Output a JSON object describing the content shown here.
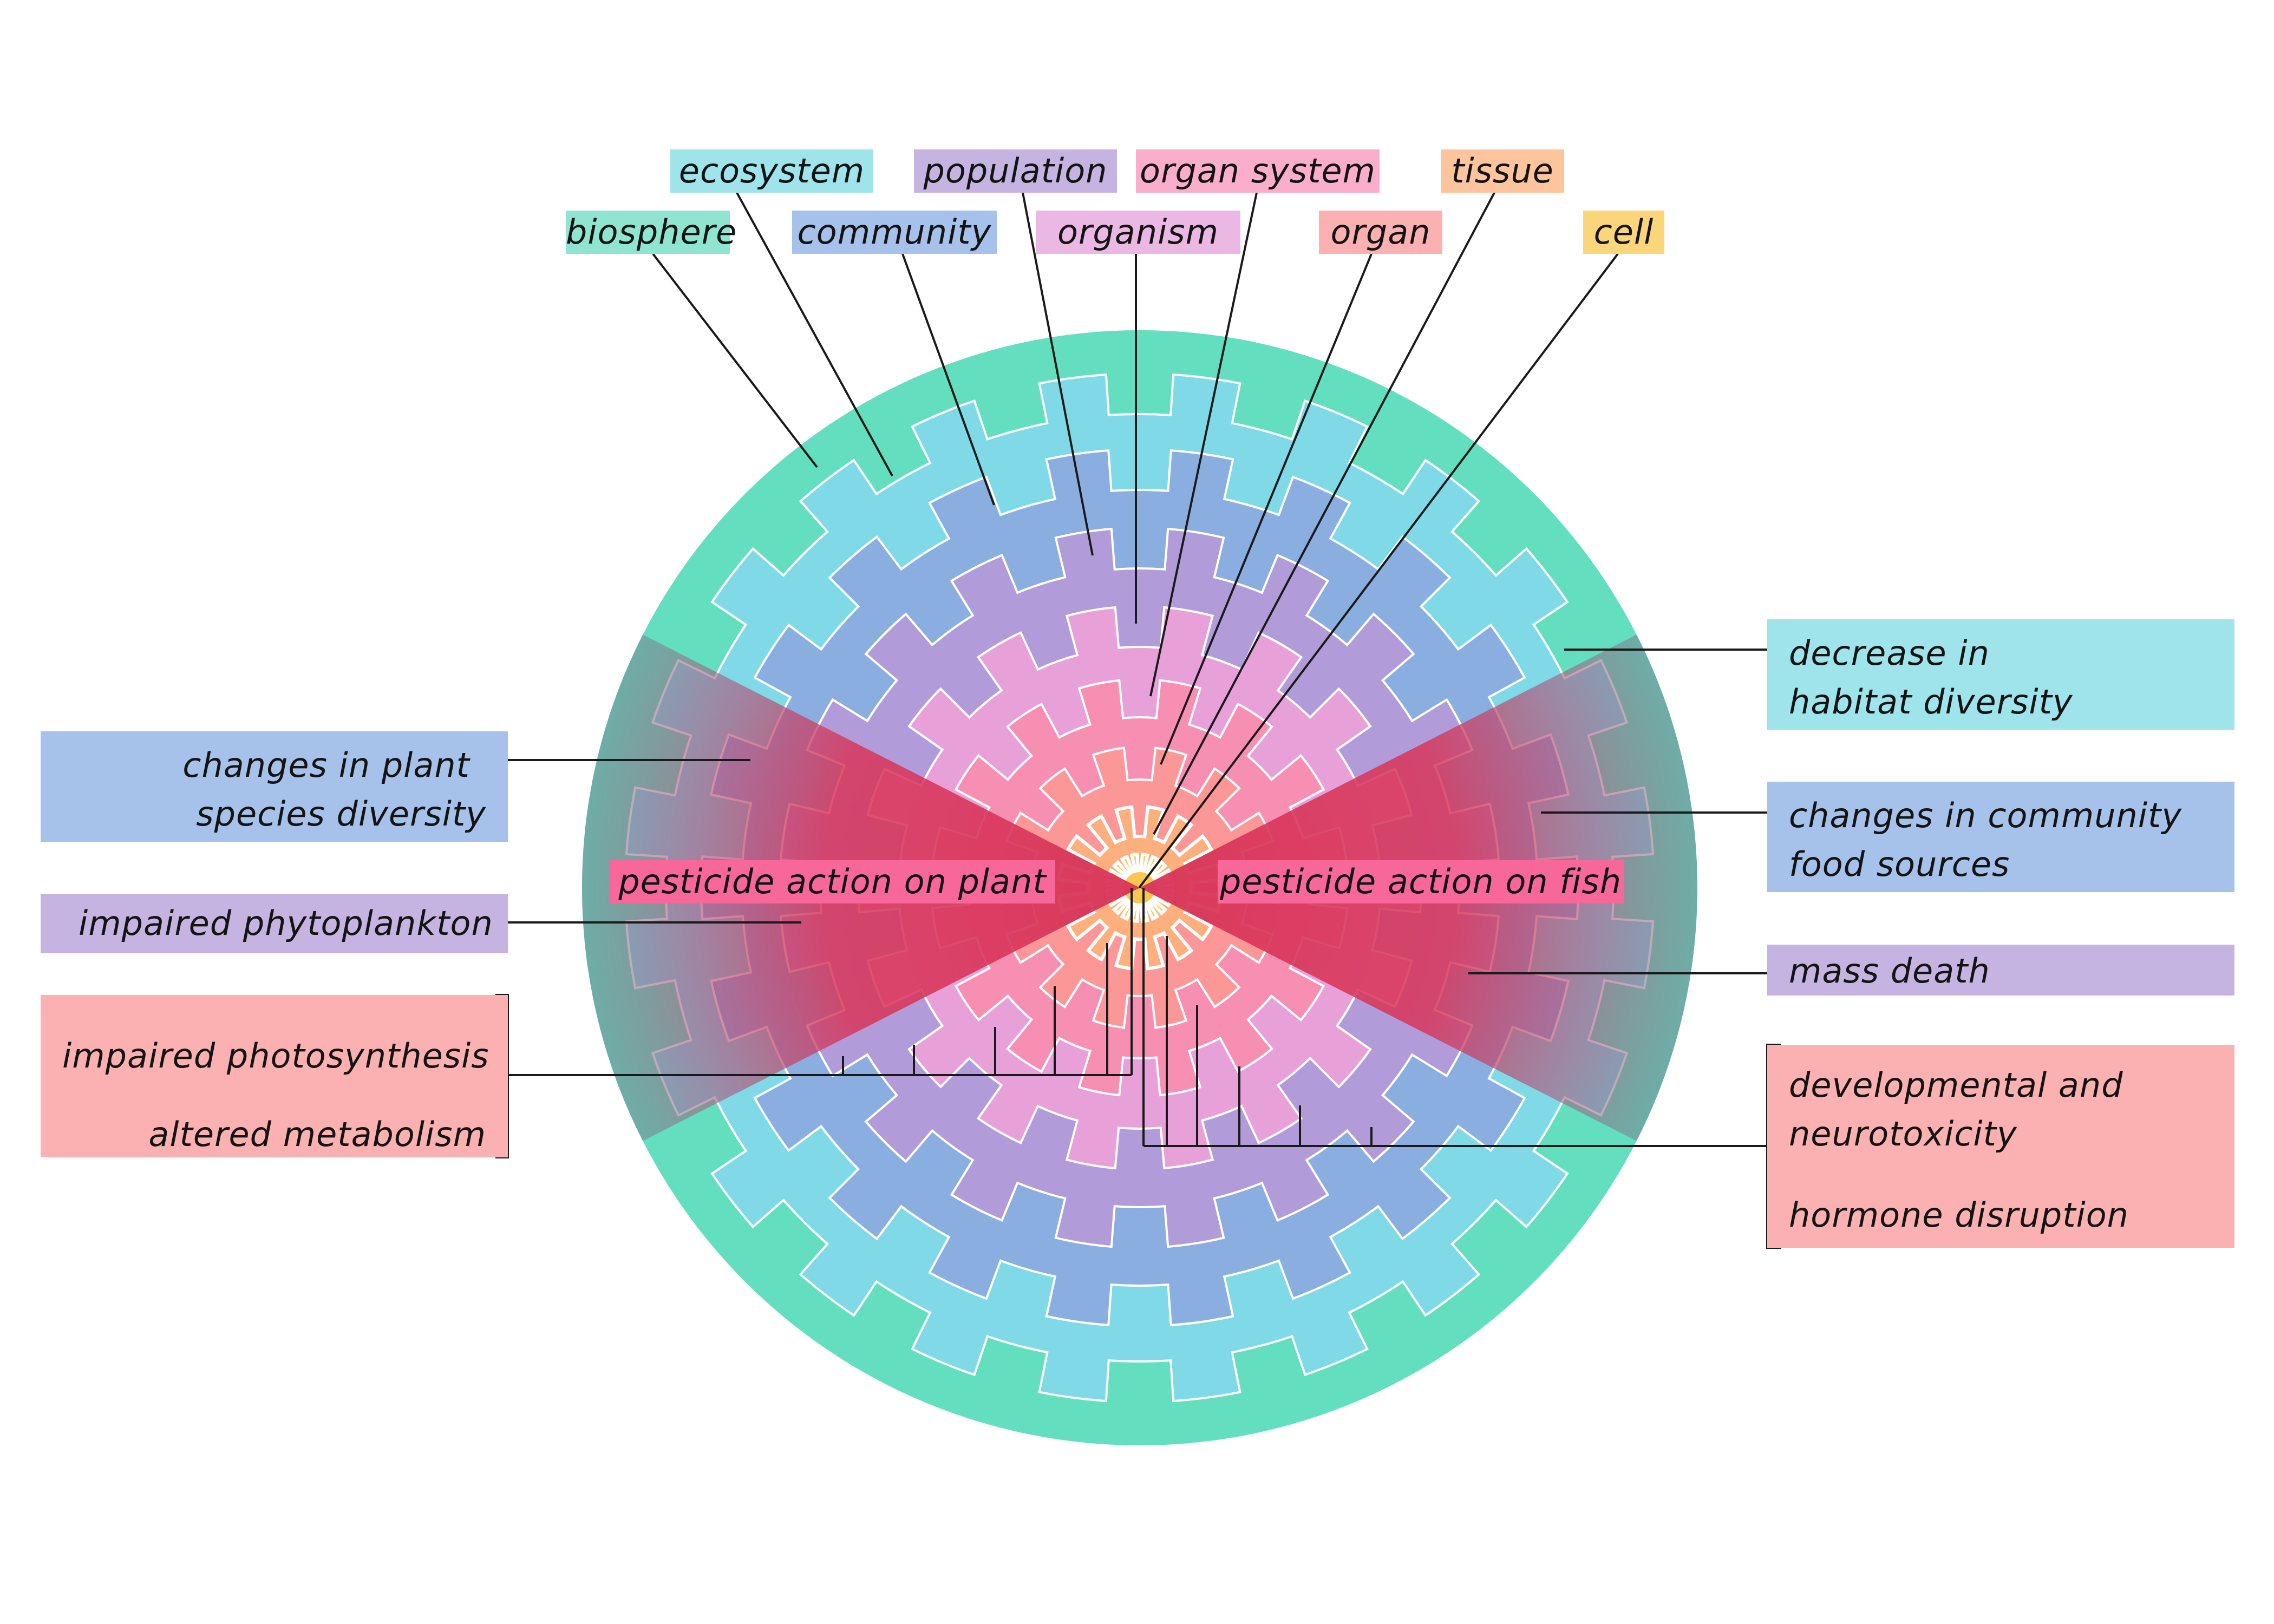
{
  "levels": [
    {
      "name": "biosphere",
      "color": "#63dfbf",
      "label_bg": "#8fe5cf"
    },
    {
      "name": "ecosystem",
      "color": "#7fd9e6",
      "label_bg": "#9fe3eb"
    },
    {
      "name": "community",
      "color": "#8aaee0",
      "label_bg": "#a6c2ea"
    },
    {
      "name": "population",
      "color": "#b19cd9",
      "label_bg": "#c5b4e2"
    },
    {
      "name": "organism",
      "color": "#e8a0d8",
      "label_bg": "#ebb7e3"
    },
    {
      "name": "organ system",
      "color": "#f78fb3",
      "label_bg": "#fbaecb"
    },
    {
      "name": "organ",
      "color": "#fb9797",
      "label_bg": "#fbb1b1"
    },
    {
      "name": "tissue",
      "color": "#fdb07d",
      "label_bg": "#fdc49d"
    },
    {
      "name": "cell",
      "color": "#f9c74f",
      "label_bg": "#fbd579"
    }
  ],
  "effects": {
    "pesticide_plant": "pesticide action on plant",
    "pesticide_fish": "pesticide action on fish",
    "highlight_color": "#f7679a",
    "left": [
      {
        "lines": [
          "changes in plant",
          "species diversity"
        ],
        "bg": "#a6c2ea"
      },
      {
        "lines": [
          "impaired phytoplankton"
        ],
        "bg": "#c5b4e2"
      },
      {
        "lines": [
          "impaired photosynthesis",
          "altered metabolism"
        ],
        "bg": "#fbb1b1"
      }
    ],
    "right": [
      {
        "lines": [
          "decrease in",
          "habitat diversity"
        ],
        "bg": "#9fe3eb"
      },
      {
        "lines": [
          "changes in community",
          "food sources"
        ],
        "bg": "#a6c2ea"
      },
      {
        "lines": [
          "mass death"
        ],
        "bg": "#c5b4e2"
      },
      {
        "lines": [
          "developmental and",
          "neurotoxicity",
          "hormone disruption"
        ],
        "bg": "#fbb1b1"
      }
    ]
  }
}
